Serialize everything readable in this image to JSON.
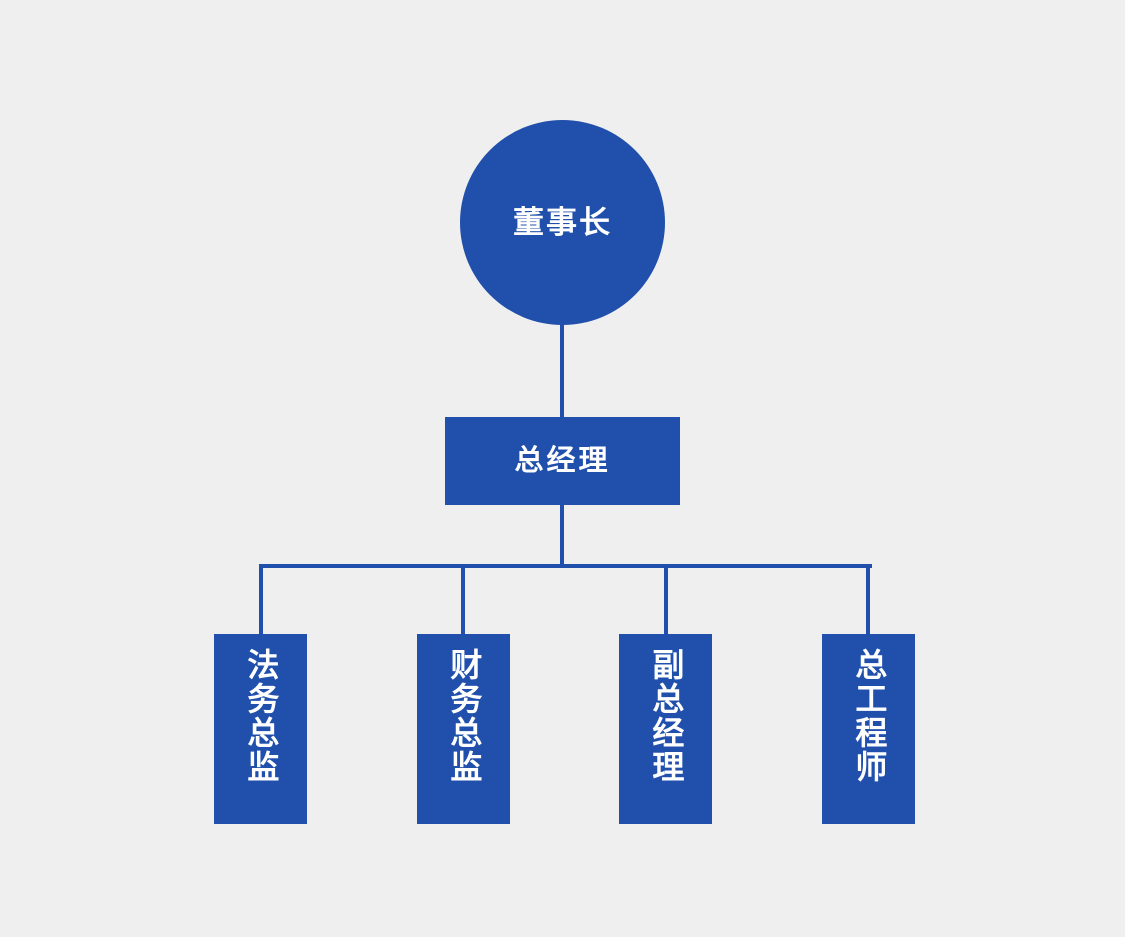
{
  "chart_data": {
    "type": "diagram",
    "diagram_kind": "organizational-chart",
    "title": "",
    "orientation": "top-down",
    "background_color": "#efefef",
    "node_color": "#2050ac",
    "node_text_color": "#ffffff",
    "connector_color": "#2050ac",
    "levels": 3,
    "nodes": [
      {
        "id": "chairman",
        "label": "董事长",
        "level": 1,
        "shape": "circle",
        "parent": null
      },
      {
        "id": "gm",
        "label": "总经理",
        "level": 2,
        "shape": "rect-horizontal",
        "parent": "chairman"
      },
      {
        "id": "legal",
        "label": "法务总监",
        "level": 3,
        "shape": "rect-vertical",
        "parent": "gm"
      },
      {
        "id": "finance",
        "label": "财务总监",
        "level": 3,
        "shape": "rect-vertical",
        "parent": "gm"
      },
      {
        "id": "deputy-gm",
        "label": "副总经理",
        "level": 3,
        "shape": "rect-vertical",
        "parent": "gm"
      },
      {
        "id": "chief-eng",
        "label": "总工程师",
        "level": 3,
        "shape": "rect-vertical",
        "parent": "gm"
      }
    ],
    "edges": [
      {
        "from": "chairman",
        "to": "gm"
      },
      {
        "from": "gm",
        "to": "legal"
      },
      {
        "from": "gm",
        "to": "finance"
      },
      {
        "from": "gm",
        "to": "deputy-gm"
      },
      {
        "from": "gm",
        "to": "chief-eng"
      }
    ]
  },
  "root": {
    "label": "董事长"
  },
  "level2": {
    "label": "总经理"
  },
  "level3": {
    "items": [
      {
        "label": "法务总监"
      },
      {
        "label": "财务总监"
      },
      {
        "label": "副总经理"
      },
      {
        "label": "总工程师"
      }
    ]
  }
}
